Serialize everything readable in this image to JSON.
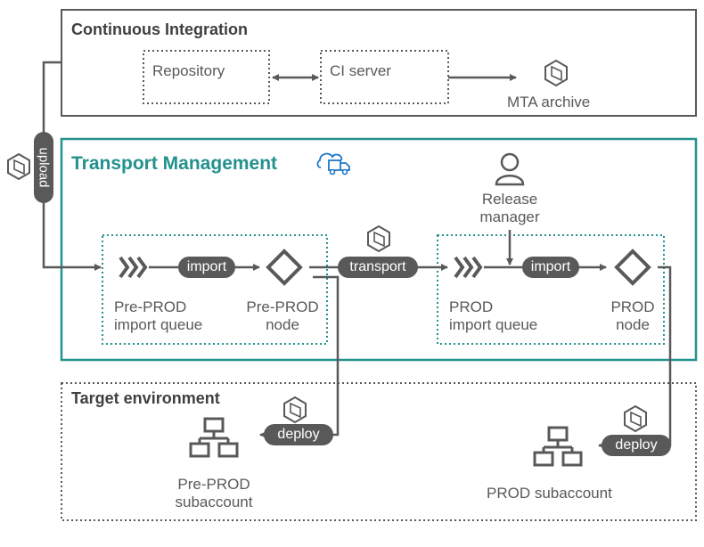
{
  "sections": {
    "ci": {
      "title": "Continuous Integration"
    },
    "tm": {
      "title": "Transport Management"
    },
    "target": {
      "title": "Target environment"
    }
  },
  "nodes": {
    "repository": "Repository",
    "ci_server": "CI server",
    "mta_archive": "MTA archive",
    "release_manager": "Release\nmanager",
    "preprod_queue": "Pre-PROD\nimport queue",
    "preprod_node": "Pre-PROD\nnode",
    "prod_queue": "PROD\nimport queue",
    "prod_node": "PROD\nnode",
    "preprod_subaccount": "Pre-PROD\nsubaccount",
    "prod_subaccount": "PROD subaccount"
  },
  "actions": {
    "upload": "upload",
    "import": "import",
    "transport": "transport",
    "deploy": "deploy"
  },
  "icons": {
    "mta": "mta-archive-icon",
    "cloud_truck": "cloud-truck-icon",
    "person": "person-icon",
    "queue": "chevrons-icon",
    "node": "diamond-node-icon",
    "subaccount": "hierarchy-icon"
  },
  "colors": {
    "dark": "#595959",
    "teal": "#23918d",
    "blue": "#1f77c9",
    "frame": "#595959"
  }
}
